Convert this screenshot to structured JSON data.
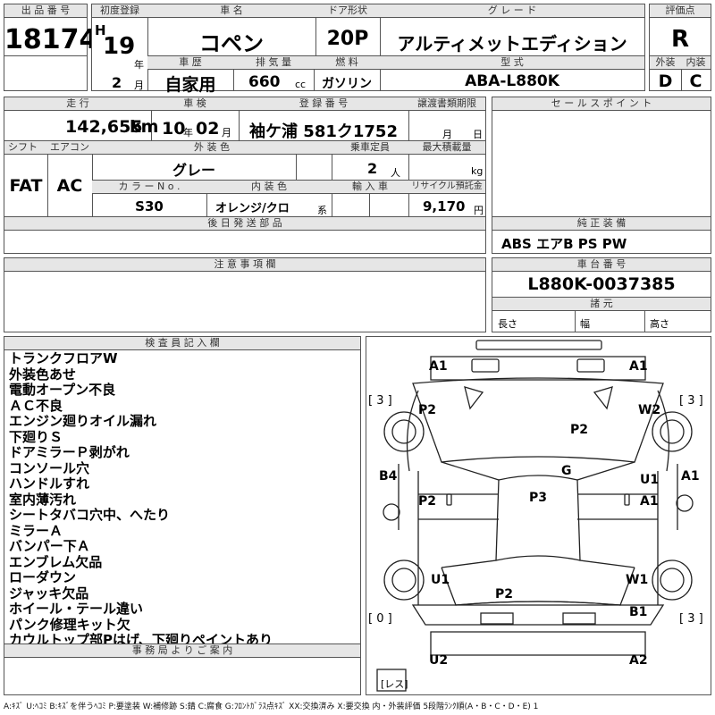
{
  "header": {
    "lot_label": "出 品 番 号",
    "lot_no": "18174",
    "reg_label": "初度登録",
    "era": "H",
    "year": "19",
    "year_unit": "年",
    "month": "2",
    "month_unit": "月",
    "name_label": "車 名",
    "name": "コペン",
    "door_label": "ドア形状",
    "door": "20P",
    "grade_label": "グ レ ー ド",
    "grade": "アルティメットエディション",
    "rating_label": "評価点",
    "rating": "R",
    "history_label": "車 歴",
    "history": "自家用",
    "disp_label": "排 気 量",
    "disp": "660",
    "disp_unit": "cc",
    "fuel_label": "燃 料",
    "fuel": "ガソリン",
    "model_label": "型 式",
    "model": "ABA-L880K",
    "ext_label": "外装",
    "ext": "D",
    "int_label": "内装",
    "int": "C"
  },
  "mid": {
    "mileage_label": "走 行",
    "mileage": "142,655",
    "mileage_unit": "km",
    "inspect_label": "車 検",
    "inspect_y": "10",
    "inspect_y_unit": "年",
    "inspect_m": "02",
    "inspect_m_unit": "月",
    "plate_label": "登 録 番 号",
    "plate": "袖ケ浦 581ク1752",
    "transfer_label": "譲渡書類期限",
    "transfer_m": "月",
    "transfer_d": "日",
    "shift_label": "シフト",
    "shift": "FAT",
    "ac_label": "エアコン",
    "ac": "AC",
    "color_label": "外 装 色",
    "color": "グレー",
    "seats_label": "乗車定員",
    "seats": "2",
    "seats_unit": "人",
    "load_label": "最大積載量",
    "load_unit": "kg",
    "colorno_label": "カ ラ ー N o .",
    "colorno": "S30",
    "interior_label": "内 装 色",
    "interior": "オレンジ/クロ",
    "interior_unit": "系",
    "import_label": "輸 入 車",
    "recycle_label": "リサイクル預託金",
    "recycle": "9,170",
    "recycle_unit": "円",
    "later_label": "後 日 発 送 部 品",
    "sales_label": "セ ー ル ス ポ イ ン ト",
    "equip_label": "純 正 装 備",
    "equip": "ABS エアB PS PW",
    "notes_label": "注 意 事 項 欄",
    "chassis_label": "車 台 番 号",
    "chassis": "L880K-0037385",
    "spec_label": "諸 元",
    "len_label": "長さ",
    "wid_label": "幅",
    "hgt_label": "高さ"
  },
  "inspector": {
    "label": "検 査 員 記 入 欄",
    "remarks": [
      "トランクフロアW",
      "外装色あせ",
      "電動オープン不良",
      "ＡＣ不良",
      "エンジン廻りオイル漏れ",
      "下廻りＳ",
      "ドアミラーＰ剥がれ",
      "コンソール穴",
      "ハンドルすれ",
      "室内薄汚れ",
      "シートタバコ穴中、へたり",
      "ミラーＡ",
      "バンパー下Ａ",
      "エンブレム欠品",
      "ローダウン",
      "ジャッキ欠品",
      "ホイール・テール違い",
      "パンク修理キット欠",
      "カウルトップ部Pはげ、下廻りペイントあり"
    ]
  },
  "office": {
    "label": "事 務 局 よ り ご 案 内"
  },
  "diagram": {
    "tire_fl": "[ 3 ]",
    "tire_fr": "[ 3 ]",
    "tire_rl": "[ 0 ]",
    "tire_rr": "[ 3 ]",
    "spare": "[レス]",
    "marks": {
      "a1_fl": "A1",
      "a1_fr": "A1",
      "p2_fl": "P2",
      "w2": "W2",
      "p2_hood": "P2",
      "g": "G",
      "b4": "B4",
      "u1_r": "U1",
      "a1_r": "A1",
      "a1_r2": "A1",
      "p2_l": "P2",
      "p3": "P3",
      "u1_rl": "U1",
      "w1": "W1",
      "p2_trunk": "P2",
      "b1": "B1",
      "u2": "U2",
      "a2": "A2"
    }
  },
  "legend": "A:ｷｽﾞ U:ﾍｺﾐ B:ｷｽﾞを伴うﾍｺﾐ P:要塗装 W:補修跡 S:錆 C:腐食 G:ﾌﾛﾝﾄｶﾞﾗｽ点ｷｽﾞ XX:交換済み X:要交換 内・外装評価 5段階ﾗﾝｸ順(A・B・C・D・E) 1"
}
